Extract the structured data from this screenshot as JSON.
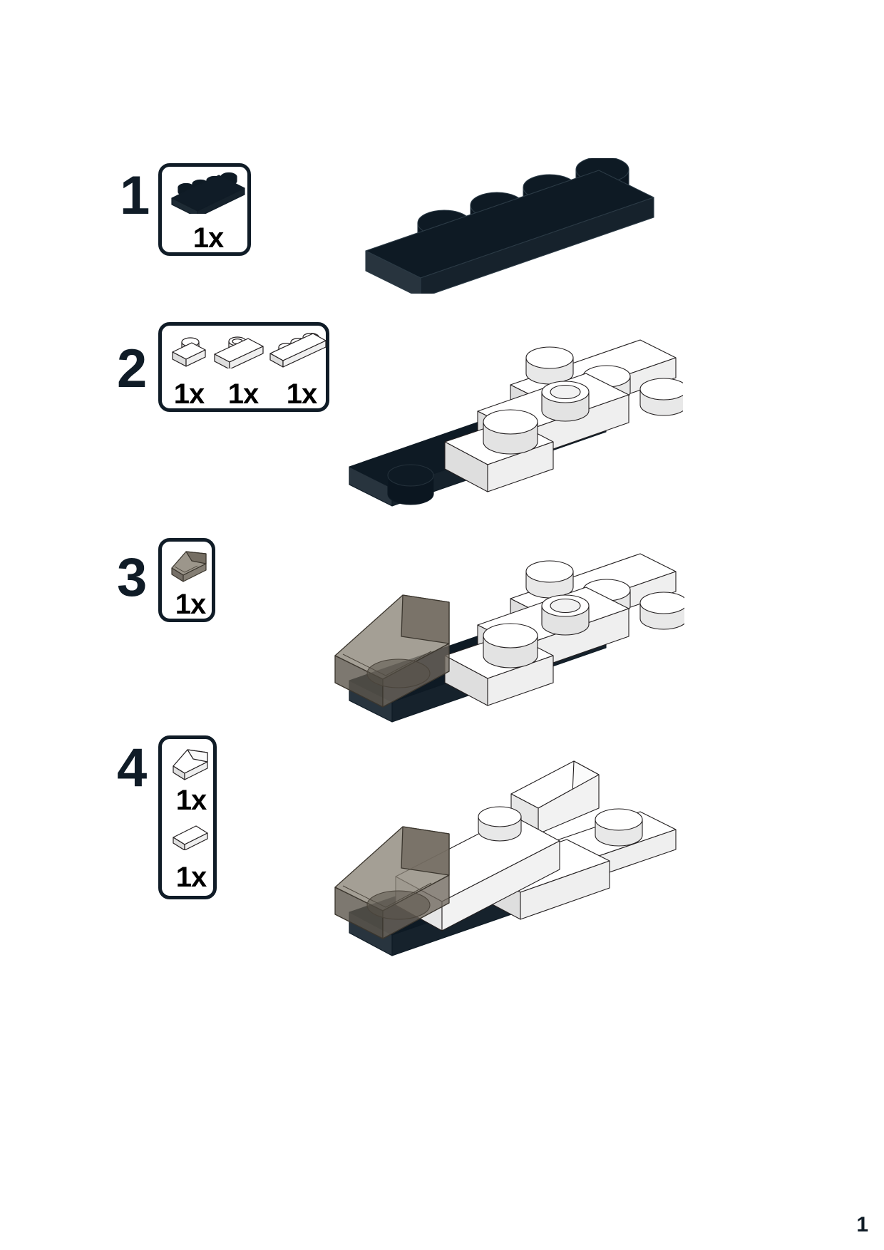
{
  "document": {
    "type": "lego-building-instructions",
    "page_number": "1",
    "background_color": "#ffffff",
    "ink_color": "#101c27"
  },
  "steps": [
    {
      "number": "1",
      "callout": {
        "parts": [
          {
            "icon": "plate-1x4-black",
            "quantity": "1x",
            "color": "#0e1a24",
            "description": "1x4 plate, black"
          }
        ]
      },
      "assembly": {
        "description": "Black 1x4 plate with four studs",
        "pieces": [
          "plate-1x4-black"
        ]
      }
    },
    {
      "number": "2",
      "callout": {
        "parts": [
          {
            "icon": "plate-1x1-white",
            "quantity": "1x",
            "color": "#ffffff",
            "description": "1x1 plate, white"
          },
          {
            "icon": "plate-1x2-center-stud-white",
            "quantity": "1x",
            "color": "#ffffff",
            "description": "1x2 plate with center stud, white"
          },
          {
            "icon": "plate-1x3-white",
            "quantity": "1x",
            "color": "#ffffff",
            "description": "1x3 plate, white"
          }
        ]
      },
      "assembly": {
        "description": "White plates added on top of the black 1x4 plate",
        "pieces": [
          "plate-1x4-black",
          "plate-1x1-white",
          "plate-1x2-center-stud-white",
          "plate-1x3-white"
        ]
      }
    },
    {
      "number": "3",
      "callout": {
        "parts": [
          {
            "icon": "slope-1x2-trans-smoke",
            "quantity": "1x",
            "color": "#6e675c",
            "description": "1x2 slope, transparent smoke"
          }
        ]
      },
      "assembly": {
        "description": "Transparent smoke windscreen slope added at the front",
        "pieces": [
          "plate-1x4-black",
          "plate-1x1-white",
          "plate-1x2-center-stud-white",
          "plate-1x3-white",
          "slope-1x2-trans-smoke"
        ]
      }
    },
    {
      "number": "4",
      "callout": {
        "parts": [
          {
            "icon": "slope-1x2-white",
            "quantity": "1x",
            "color": "#ffffff",
            "description": "1x2 slope, white"
          },
          {
            "icon": "tile-1x2-white",
            "quantity": "1x",
            "color": "#ffffff",
            "description": "1x2 tile, white"
          }
        ]
      },
      "assembly": {
        "description": "White slope and tile added to form the fuselage and tail fin",
        "pieces": [
          "plate-1x4-black",
          "plate-1x1-white",
          "plate-1x2-center-stud-white",
          "plate-1x3-white",
          "slope-1x2-trans-smoke",
          "slope-1x2-white",
          "tile-1x2-white"
        ]
      }
    }
  ],
  "palette": {
    "black_top": "#0e1a24",
    "black_side": "#16222c",
    "black_front": "#24313b",
    "white_top": "#ffffff",
    "white_side": "#efefef",
    "white_front": "#e3e3e3",
    "outline": "#231f20",
    "trans_smoke_fill": "#7b7468",
    "trans_smoke_dark": "#5d564c"
  }
}
